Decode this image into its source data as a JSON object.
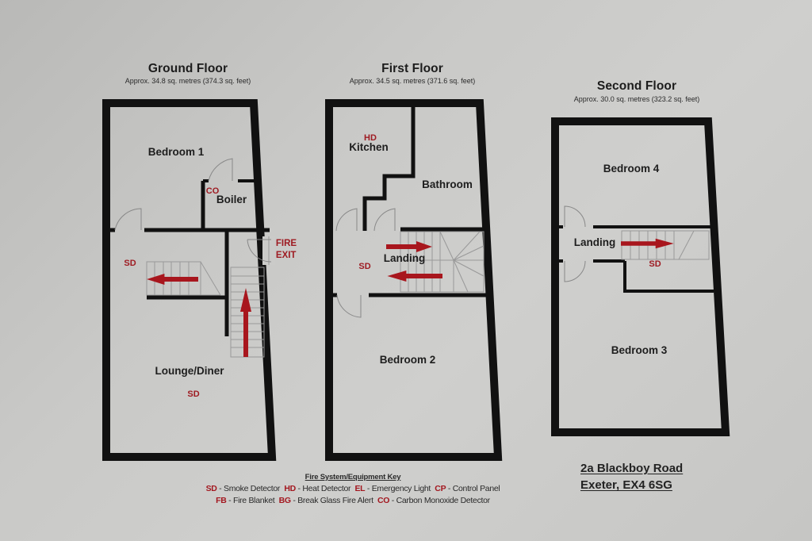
{
  "floors": [
    {
      "title": "Ground Floor",
      "area": "Approx. 34.8 sq. metres (374.3 sq. feet)",
      "rooms": [
        "Bedroom 1",
        "Boiler",
        "Lounge/Diner"
      ],
      "detectors": [
        "CO",
        "SD",
        "SD"
      ],
      "fire_exit": "FIRE\nEXIT"
    },
    {
      "title": "First Floor",
      "area": "Approx. 34.5 sq. metres (371.6 sq. feet)",
      "rooms": [
        "Kitchen",
        "Bathroom",
        "Landing",
        "Bedroom 2"
      ],
      "detectors": [
        "HD",
        "SD"
      ]
    },
    {
      "title": "Second Floor",
      "area": "Approx. 30.0 sq. metres (323.2 sq. feet)",
      "rooms": [
        "Bedroom 4",
        "Landing",
        "Bedroom 3"
      ],
      "detectors": [
        "SD"
      ]
    }
  ],
  "fire_exit": {
    "line1": "FIRE",
    "line2": "EXIT"
  },
  "key": {
    "title": "Fire System/Equipment Key",
    "items": [
      {
        "abbr": "SD",
        "label": " - Smoke Detector"
      },
      {
        "abbr": "HD",
        "label": " - Heat Detector"
      },
      {
        "abbr": "EL",
        "label": " - Emergency Light"
      },
      {
        "abbr": "CP",
        "label": " - Control Panel"
      },
      {
        "abbr": "FB",
        "label": " - Fire Blanket"
      },
      {
        "abbr": "BG",
        "label": " - Break Glass Fire Alert"
      },
      {
        "abbr": "CO",
        "label": " - Carbon Monoxide Detector"
      }
    ]
  },
  "address": {
    "line1": "2a Blackboy Road",
    "line2": "Exeter, EX4 6SG"
  },
  "colors": {
    "wall": "#111111",
    "detector": "#9e1b22",
    "arrow": "#a8161d",
    "background": "#c9c9c7"
  }
}
